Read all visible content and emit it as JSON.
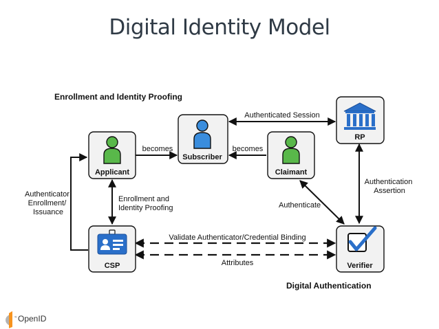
{
  "title": "Digital Identity Model",
  "sections": {
    "enrollment": "Enrollment and Identity Proofing",
    "authentication": "Digital Authentication"
  },
  "nodes": {
    "applicant": "Applicant",
    "subscriber": "Subscriber",
    "claimant": "Claimant",
    "rp": "RP",
    "csp": "CSP",
    "verifier": "Verifier"
  },
  "edges": {
    "authenticated_session": "Authenticated Session",
    "becomes_1": "becomes",
    "becomes_2": "becomes",
    "enrollment_proofing": [
      "Enrollment and",
      "Identity Proofing"
    ],
    "authenticator_enrollment": [
      "Authenticator",
      "Enrollment/",
      "Issuance"
    ],
    "authenticate": "Authenticate",
    "authentication_assertion": [
      "Authentication",
      "Assertion"
    ],
    "validate_binding": "Validate Authenticator/Credential Binding",
    "attributes": "Attributes"
  },
  "logo": {
    "text": "OpenID",
    "colors": [
      "#f7931e",
      "#b3b3b3"
    ]
  },
  "colors": {
    "person_green": "#59b84a",
    "subscriber_blue": "#3a8ddd",
    "icon_blue": "#2a6fc9",
    "title": "#2f3a45"
  }
}
